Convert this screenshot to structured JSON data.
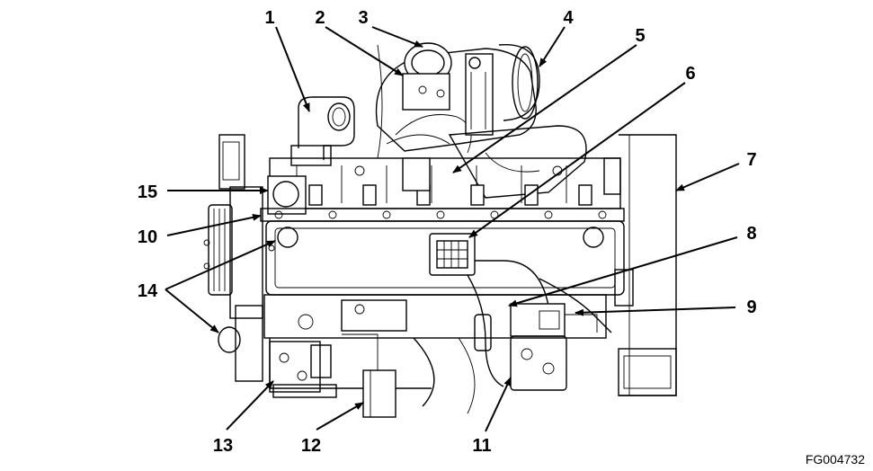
{
  "callouts": [
    {
      "id": "1",
      "label": "1"
    },
    {
      "id": "2",
      "label": "2"
    },
    {
      "id": "3",
      "label": "3"
    },
    {
      "id": "4",
      "label": "4"
    },
    {
      "id": "5",
      "label": "5"
    },
    {
      "id": "6",
      "label": "6"
    },
    {
      "id": "7",
      "label": "7"
    },
    {
      "id": "8",
      "label": "8"
    },
    {
      "id": "9",
      "label": "9"
    },
    {
      "id": "10",
      "label": "10"
    },
    {
      "id": "11",
      "label": "11"
    },
    {
      "id": "12",
      "label": "12"
    },
    {
      "id": "13",
      "label": "13"
    },
    {
      "id": "14",
      "label": "14"
    },
    {
      "id": "15",
      "label": "15"
    }
  ],
  "figure_id": "FG004732"
}
